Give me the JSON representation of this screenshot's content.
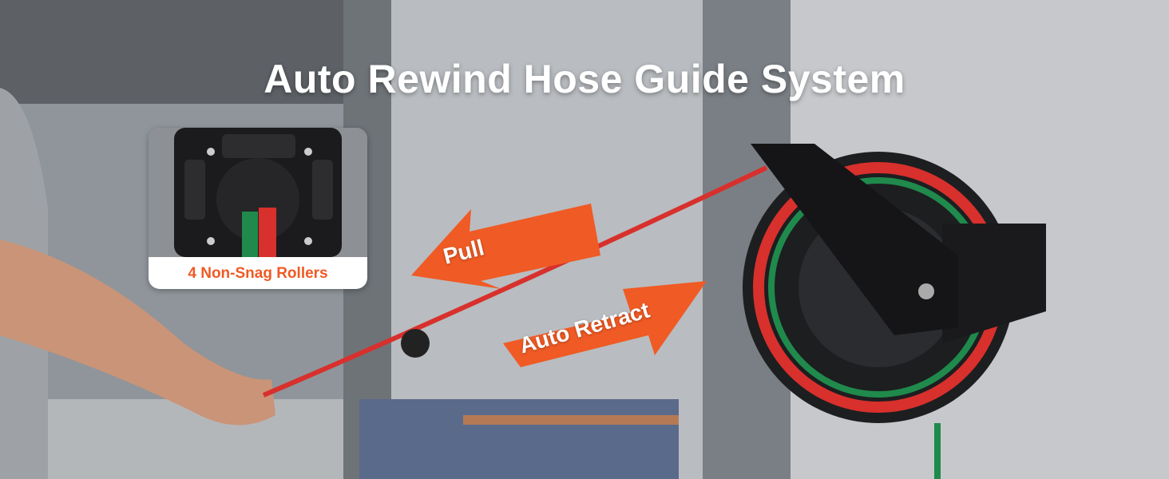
{
  "headline": "Auto Rewind Hose Guide System",
  "inset": {
    "caption": "4 Non-Snag Rollers"
  },
  "arrows": {
    "pull": "Pull",
    "retract": "Auto Retract"
  },
  "colors": {
    "accent": "#f05a24",
    "hose_red": "#d8302c",
    "hose_green": "#1f8a4c"
  }
}
